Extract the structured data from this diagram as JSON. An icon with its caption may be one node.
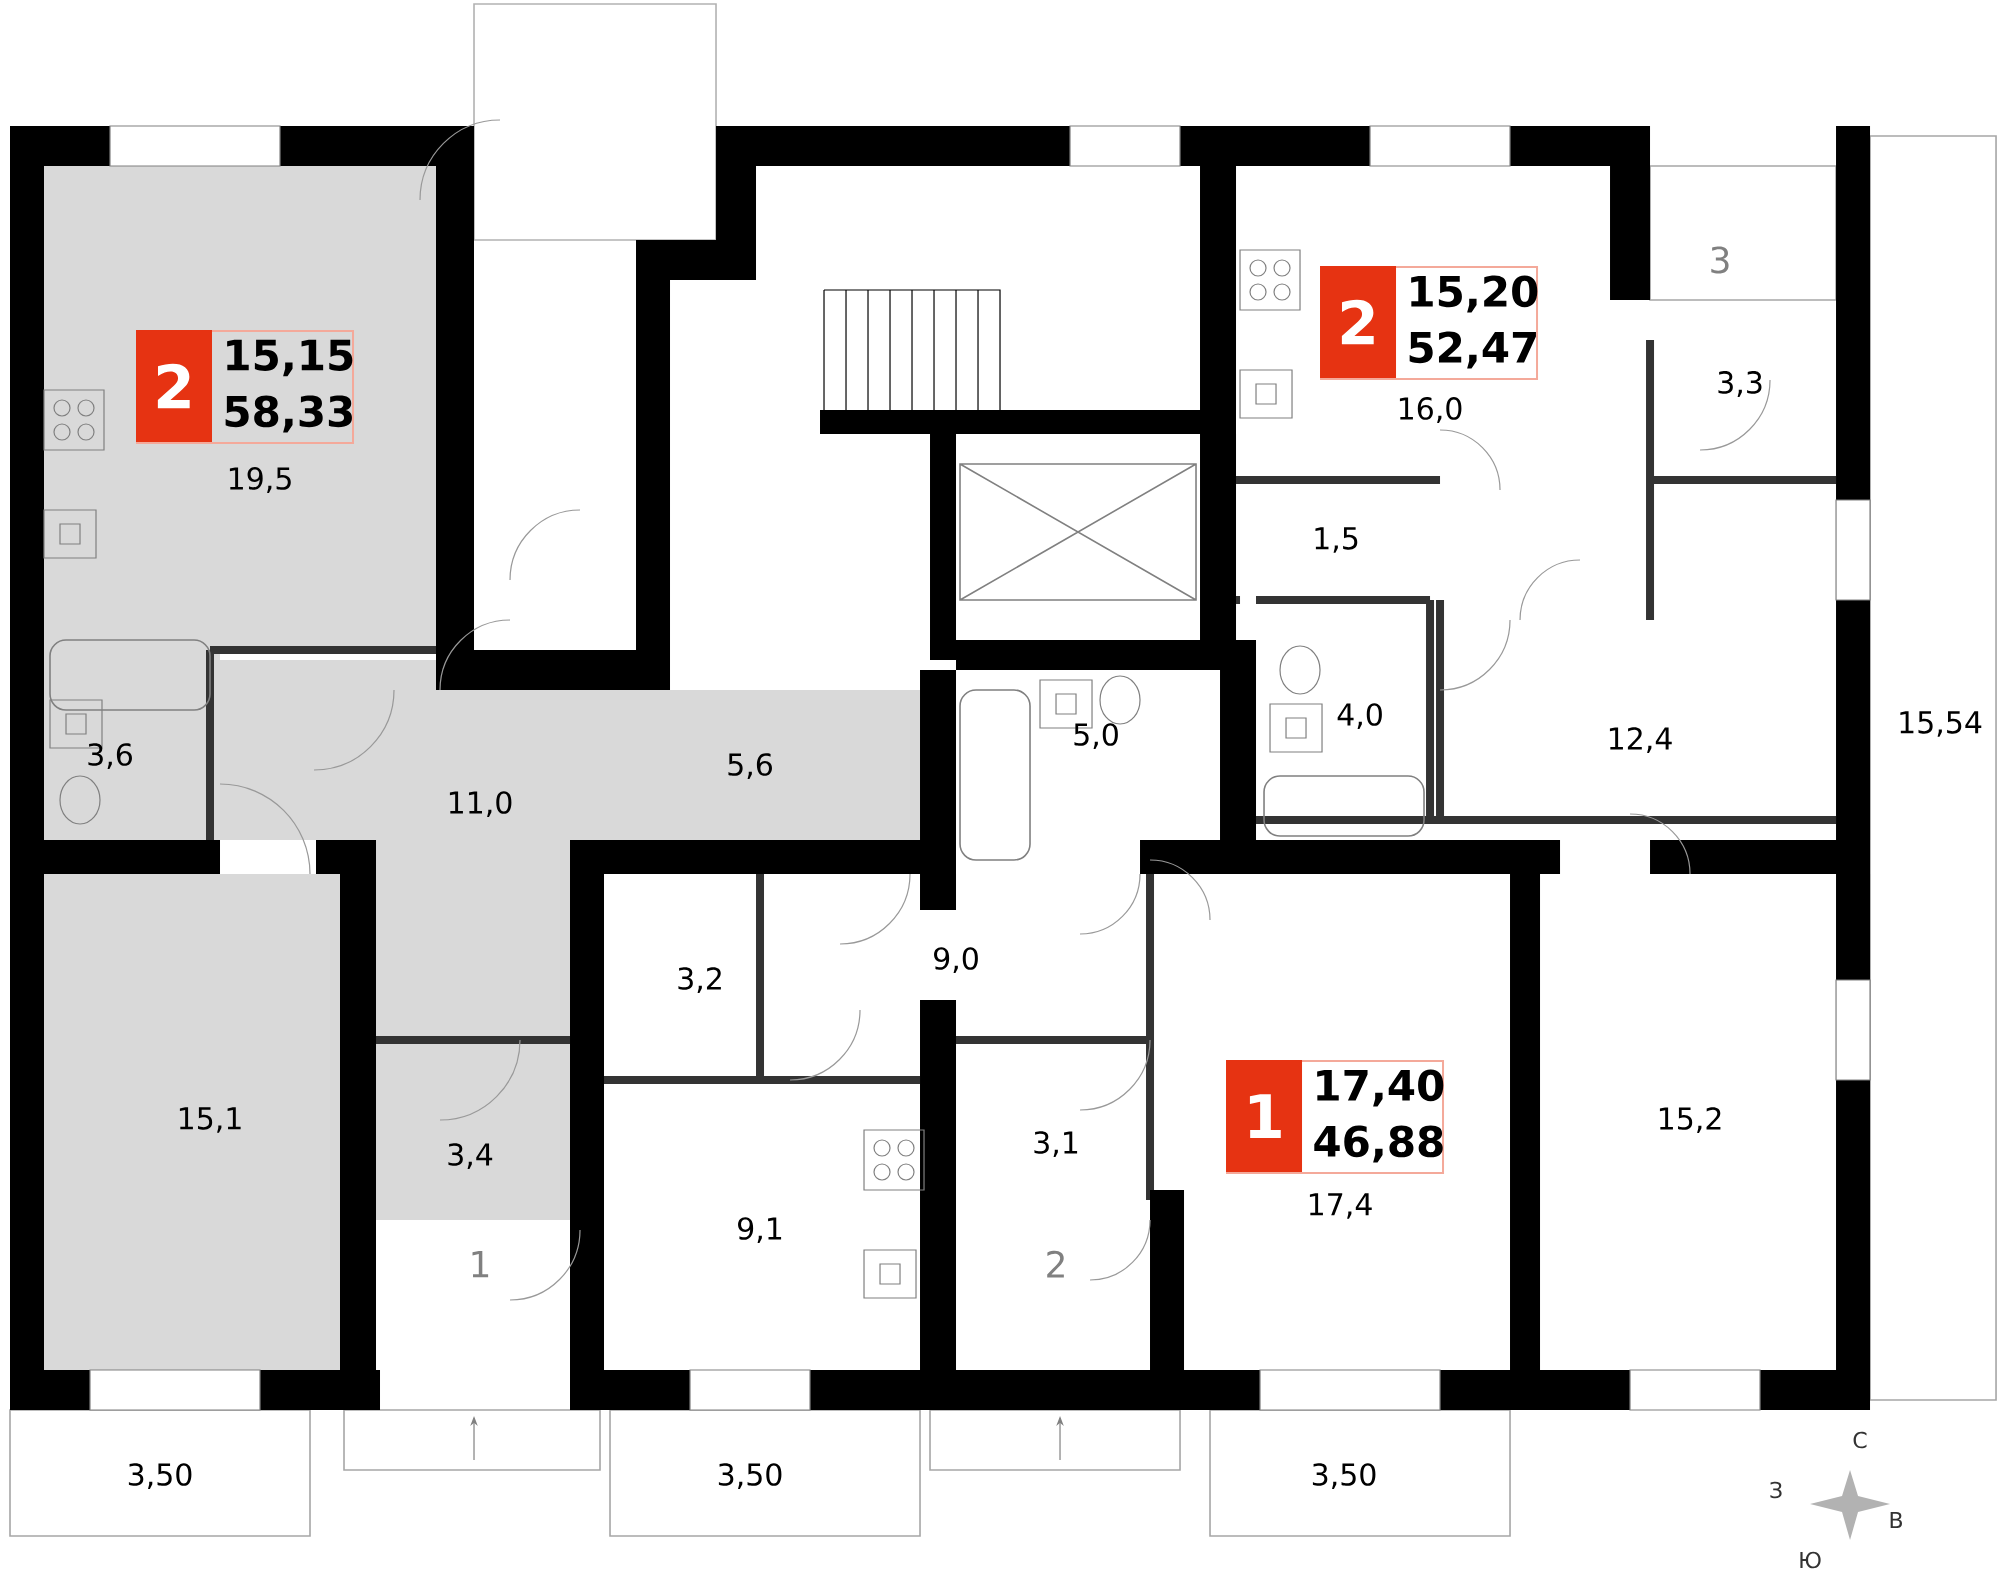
{
  "diagram": {
    "nodes": [
      {
        "text": [
          "2",
          "15,15",
          "58,33"
        ]
      },
      {
        "text": [
          "2",
          "15,20",
          "52,47"
        ]
      },
      {
        "text": [
          "1",
          "17,40",
          "46,88"
        ]
      }
    ],
    "labels": [
      "3",
      "3,3",
      "16,0",
      "19,5",
      "1,5",
      "3,6",
      "5,6",
      "5,0",
      "4,0",
      "12,4",
      "15,54",
      "11,0",
      "9,0",
      "3,2",
      "3,1",
      "15,1",
      "15,2",
      "3,4",
      "17,4",
      "9,1",
      "1",
      "2",
      "3,50",
      "3,50",
      "3,50",
      "С",
      "З",
      "В",
      "Ю"
    ]
  }
}
